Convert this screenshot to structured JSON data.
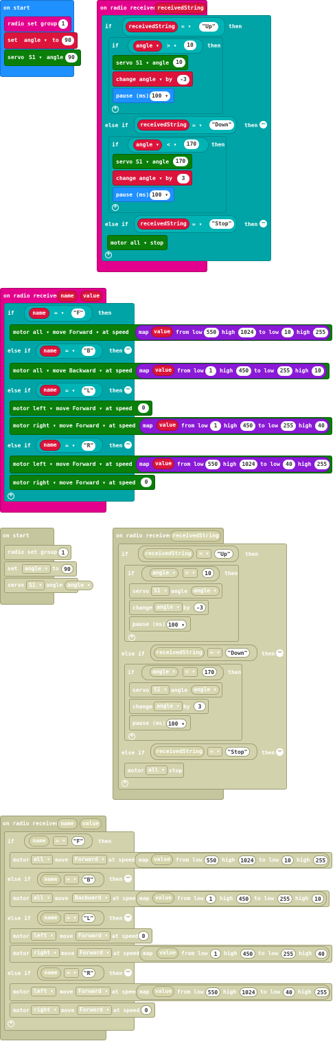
{
  "on_start": "on start",
  "radio_set_group": "radio set group",
  "group_value": "1",
  "set": "set",
  "angle": "angle",
  "to": "to",
  "set_value": "90",
  "servo": "servo",
  "servo_id": "S1",
  "angle_label": "angle",
  "servo_value": "90",
  "on_radio_received": "on radio received",
  "receivedString": "receivedString",
  "if": "if",
  "else_if": "else if",
  "then": "then",
  "eq": "=",
  "gt": ">",
  "lt": "<",
  "up": "Up",
  "down": "Down",
  "stop": "Stop",
  "v10": "10",
  "v170": "170",
  "v3": "3",
  "vm3": "-3",
  "change": "change",
  "by": "by",
  "pause": "pause (ms)",
  "pause_val": "100",
  "motor": "motor",
  "all": "all",
  "stop_label": "stop",
  "name": "name",
  "value": "value",
  "F": "F",
  "B": "B",
  "L": "L",
  "R": "R",
  "move": "move",
  "forward": "Forward",
  "backward": "Backward",
  "at_speed": "at speed",
  "left": "left",
  "right": "right",
  "map": "map",
  "from_low": "from low",
  "high": "high",
  "to_low": "to low",
  "n550": "550",
  "n1024": "1024",
  "n1": "1",
  "n450": "450",
  "n255": "255",
  "n40": "40",
  "n0": "0"
}
